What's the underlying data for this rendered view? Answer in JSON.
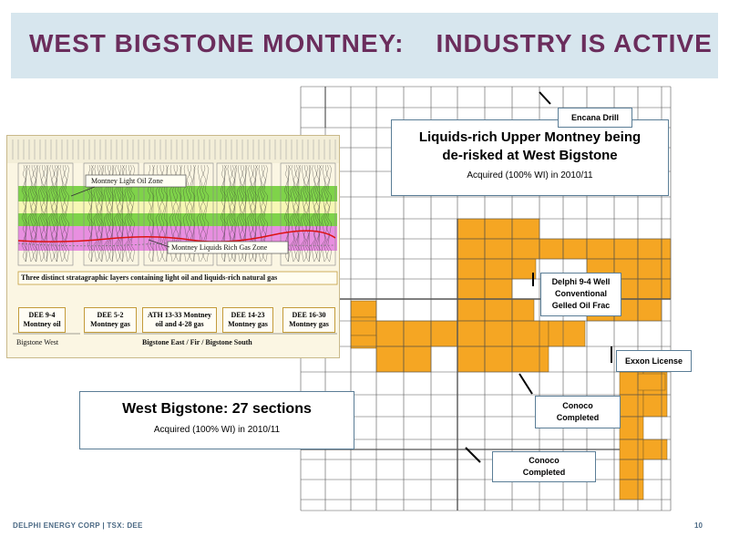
{
  "slide": {
    "title": "WEST BIGSTONE MONTNEY:    INDUSTRY IS ACTIVE",
    "footer": "DELPHI ENERGY CORP | TSX: DEE",
    "page_number": "10",
    "colors": {
      "title": "#6b2d5c",
      "title_bar": "#d7e6ee",
      "land": "#f5a623",
      "border": "#5a7d96"
    }
  },
  "callouts": {
    "upper_montney": {
      "line1": "Liquids-rich Upper Montney being",
      "line2": "de-risked at West Bigstone",
      "sub": "Acquired (100% WI) in 2010/11"
    },
    "west_bigstone": {
      "title": "West Bigstone: 27 sections",
      "sub": "Acquired (100% WI) in 2010/11"
    }
  },
  "map_labels": {
    "encana": "Encana Drill",
    "delphi": [
      "Delphi 9-4 Well",
      "Conventional",
      "Gelled Oil Frac"
    ],
    "exxon": "Exxon License",
    "conoco1": [
      "Conoco",
      "Completed"
    ],
    "conoco2": [
      "Conoco",
      "Completed"
    ]
  },
  "log_panel": {
    "light_oil_zone": "Montney  Light Oil Zone",
    "liquids_gas_zone": "Montney  Liquids Rich Gas Zone",
    "layers_note": "Three distinct stratagraphic layers containing light oil  and liquids-rich  natural gas",
    "wells": [
      {
        "line1": "DEE 9-4",
        "line2": "Montney  oil"
      },
      {
        "line1": "DEE 5-2",
        "line2": "Montney gas"
      },
      {
        "line1": "ATH 13-33 Montney",
        "line2": "oil and 4-28 gas"
      },
      {
        "line1": "DEE 14-23",
        "line2": "Montney gas"
      },
      {
        "line1": "DEE 16-30",
        "line2": "Montney gas"
      }
    ],
    "region_west": "Bigstone West",
    "region_east": "Bigstone East / Fir / Bigstone South"
  }
}
